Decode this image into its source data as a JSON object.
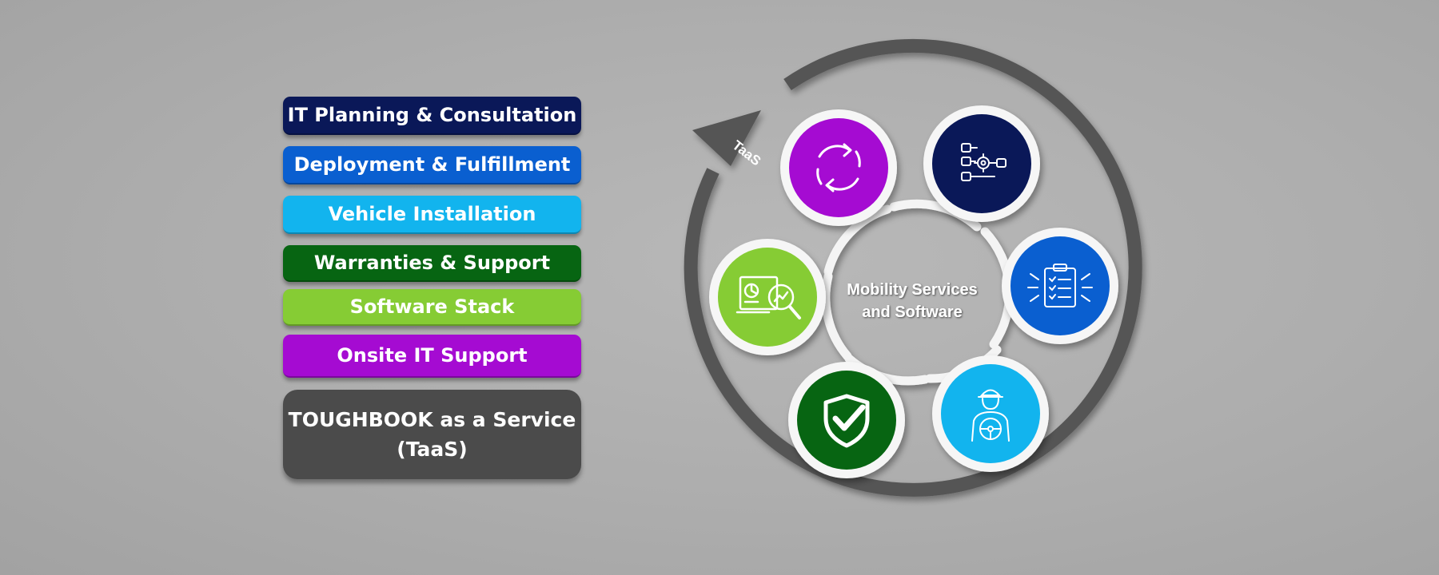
{
  "services": [
    {
      "label": "IT Planning & Consultation",
      "color": "#0a1858"
    },
    {
      "label": "Deployment & Fulfillment",
      "color": "#0a5fd0"
    },
    {
      "label": "Vehicle Installation",
      "color": "#12b4ee"
    },
    {
      "label": "Warranties & Support",
      "color": "#076512"
    },
    {
      "label": "Software Stack",
      "color": "#86cc34"
    },
    {
      "label": "Onsite IT Support",
      "color": "#a50bd2"
    }
  ],
  "taas": {
    "line1": "TOUGHBOOK as a Service",
    "line2": "(TaaS)",
    "color": "#4b4b4b"
  },
  "cycle": {
    "arrow_label": "TaaS",
    "center_line1": "Mobility Services",
    "center_line2": "and Software",
    "nodes": [
      {
        "name": "onsite-it-support-node",
        "icon": "refresh-cycle-icon",
        "color": "#a50bd2"
      },
      {
        "name": "it-planning-node",
        "icon": "process-gear-icon",
        "color": "#0a1858"
      },
      {
        "name": "deployment-node",
        "icon": "clipboard-checklist-icon",
        "color": "#0a5fd0"
      },
      {
        "name": "vehicle-installation-node",
        "icon": "driver-steering-wheel-icon",
        "color": "#12b4ee"
      },
      {
        "name": "warranties-node",
        "icon": "shield-check-icon",
        "color": "#076512"
      },
      {
        "name": "software-stack-node",
        "icon": "analytics-magnifier-icon",
        "color": "#86cc34"
      }
    ]
  }
}
